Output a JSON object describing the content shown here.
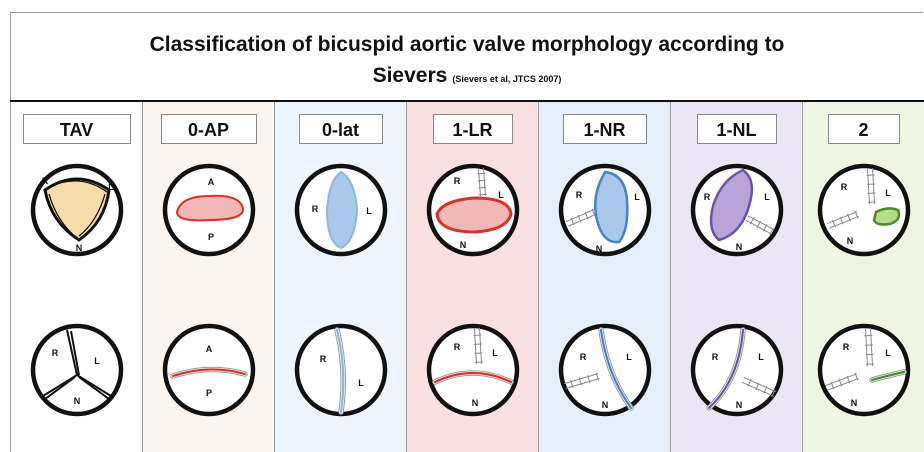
{
  "title": {
    "line1": "Classification of bicuspid aortic valve morphology according to",
    "line2_main": "Sievers",
    "line2_citation": "(Sievers et al, JTCS 2007)"
  },
  "colors": {
    "tav_fill": "#f7dca9",
    "red": "#d9302a",
    "red_fill": "#f2b8b8",
    "blue": "#4a83c4",
    "blue_fill": "#a9c8ea",
    "purple": "#6b55a3",
    "purple_fill": "#b8a4d8",
    "green": "#4a8a2a",
    "green_fill": "#b4dc8c",
    "latblue": "#8fb6e0"
  },
  "columns": [
    {
      "key": "tav",
      "label": "TAV",
      "bg": "#ffffff",
      "top_letters": [
        "R",
        "L",
        "N"
      ],
      "bottom_letters": [
        "R",
        "L",
        "N"
      ]
    },
    {
      "key": "0ap",
      "label": "0-AP",
      "bg": "#fcf4ef",
      "top_letters": [
        "A",
        "P"
      ],
      "bottom_letters": [
        "A",
        "P"
      ]
    },
    {
      "key": "0lat",
      "label": "0-lat",
      "bg": "#eef4fb",
      "top_letters": [
        "R",
        "L"
      ],
      "bottom_letters": [
        "R",
        "L"
      ]
    },
    {
      "key": "1lr",
      "label": "1-LR",
      "bg": "#f9e1e1",
      "top_letters": [
        "R",
        "L",
        "N"
      ],
      "bottom_letters": [
        "R",
        "L",
        "N"
      ]
    },
    {
      "key": "1nr",
      "label": "1-NR",
      "bg": "#e6eef9",
      "top_letters": [
        "R",
        "L",
        "N"
      ],
      "bottom_letters": [
        "R",
        "L",
        "N"
      ]
    },
    {
      "key": "1nl",
      "label": "1-NL",
      "bg": "#ece5f4",
      "top_letters": [
        "R",
        "L",
        "N"
      ],
      "bottom_letters": [
        "R",
        "L",
        "N"
      ]
    },
    {
      "key": "2",
      "label": "2",
      "bg": "#eef5e3",
      "top_letters": [
        "R",
        "L",
        "N"
      ],
      "bottom_letters": [
        "R",
        "L",
        "N"
      ]
    }
  ]
}
